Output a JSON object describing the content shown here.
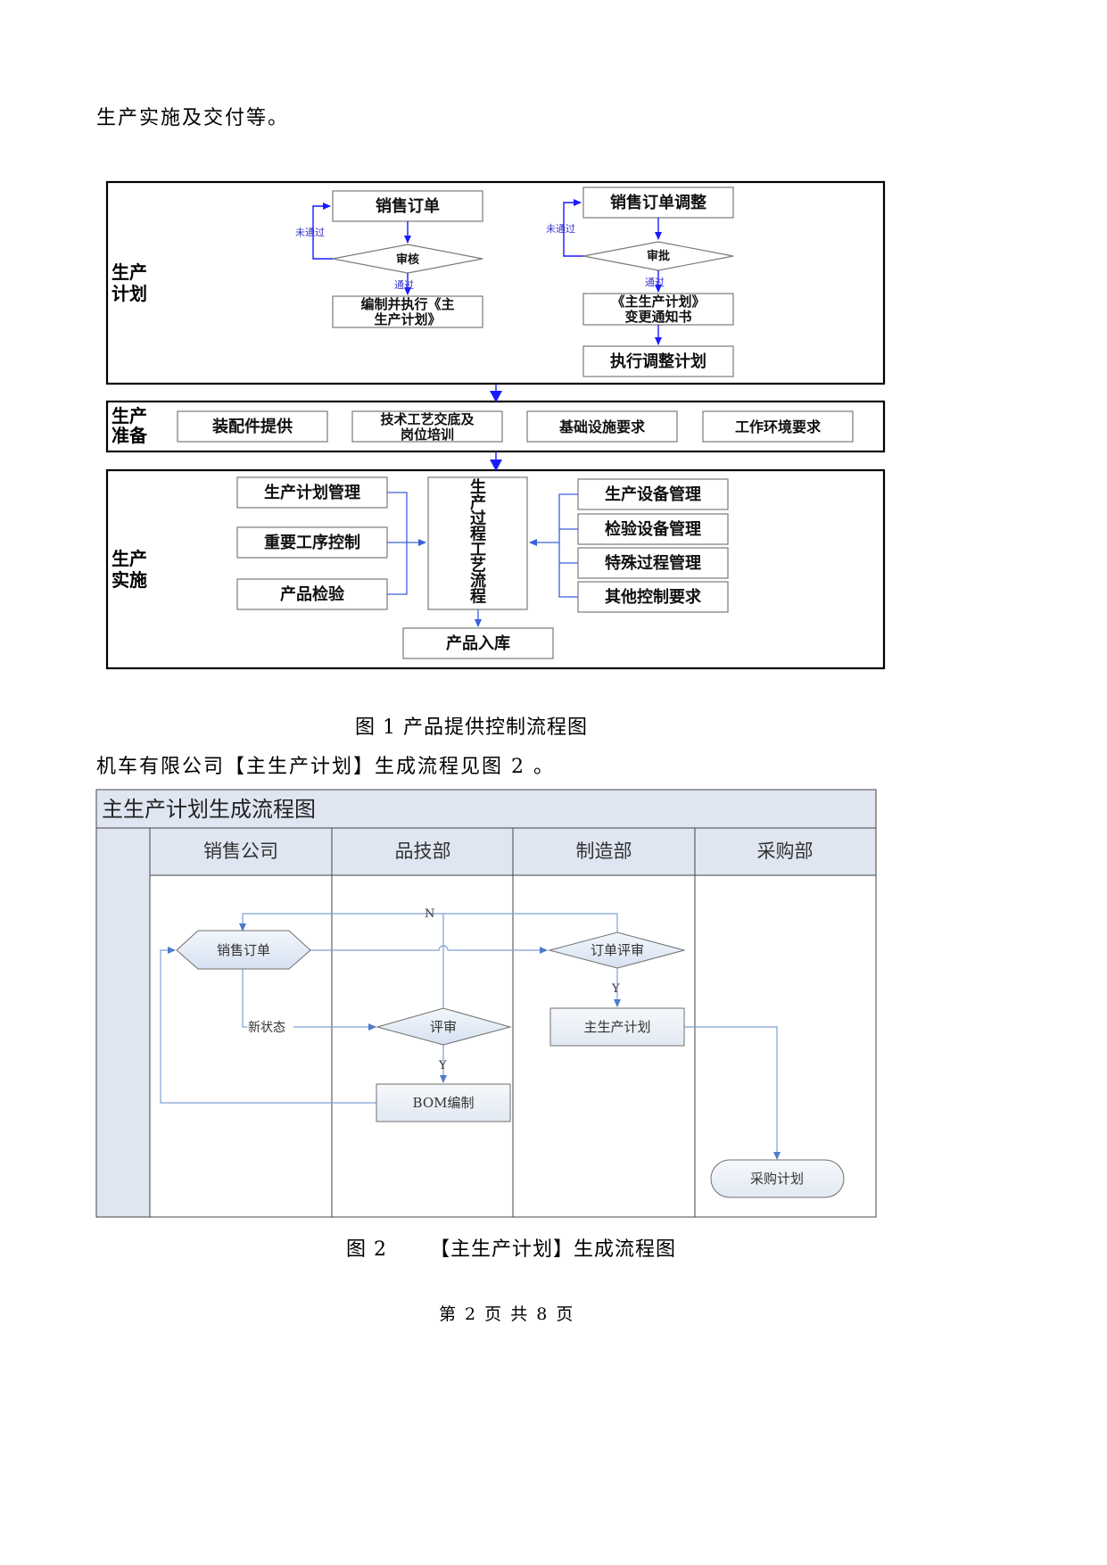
{
  "intro_text": "生产实施及交付等。",
  "fig1": {
    "sections": {
      "plan": "生产\n计划",
      "prep": "生产\n准备",
      "impl": "生产\n实施"
    },
    "plan": {
      "left": {
        "order": "销售订单",
        "review": "审核",
        "fail": "未通过",
        "pass": "通过",
        "exec": "编制并执行《主\n生产计划》"
      },
      "right": {
        "adjust": "销售订单调整",
        "approve": "审批",
        "fail": "未通过",
        "pass": "通过",
        "notice": "《主生产计划》\n变更通知书",
        "exec": "执行调整计划"
      }
    },
    "prep_items": [
      "装配件提供",
      "技术工艺交底及\n岗位培训",
      "基础设施要求",
      "工作环境要求"
    ],
    "impl": {
      "left": [
        "生产计划管理",
        "重要工序控制",
        "产品检验"
      ],
      "center": "生\n产\n过\n程\n工\n艺\n流\n程",
      "right": [
        "生产设备管理",
        "检验设备管理",
        "特殊过程管理",
        "其他控制要求"
      ],
      "bottom": "产品入库"
    },
    "caption": "图 1  产品提供控制流程图"
  },
  "mid_text": "机车有限公司【主生产计划】生成流程见图 2 。",
  "fig2": {
    "title": "主生产计划生成流程图",
    "lanes": [
      "销售公司",
      "品技部",
      "制造部",
      "采购部"
    ],
    "nodes": {
      "order": "销售订单",
      "order_review": "订单评审",
      "review": "评审",
      "mps": "主生产计划",
      "bom": "BOM编制",
      "purchase": "采购计划"
    },
    "labels": {
      "n": "N",
      "y1": "Y",
      "y2": "Y",
      "new_state": "新状态"
    },
    "caption": "图 2      【主生产计划】生成流程图"
  },
  "footer": "第 2 页 共 8 页"
}
